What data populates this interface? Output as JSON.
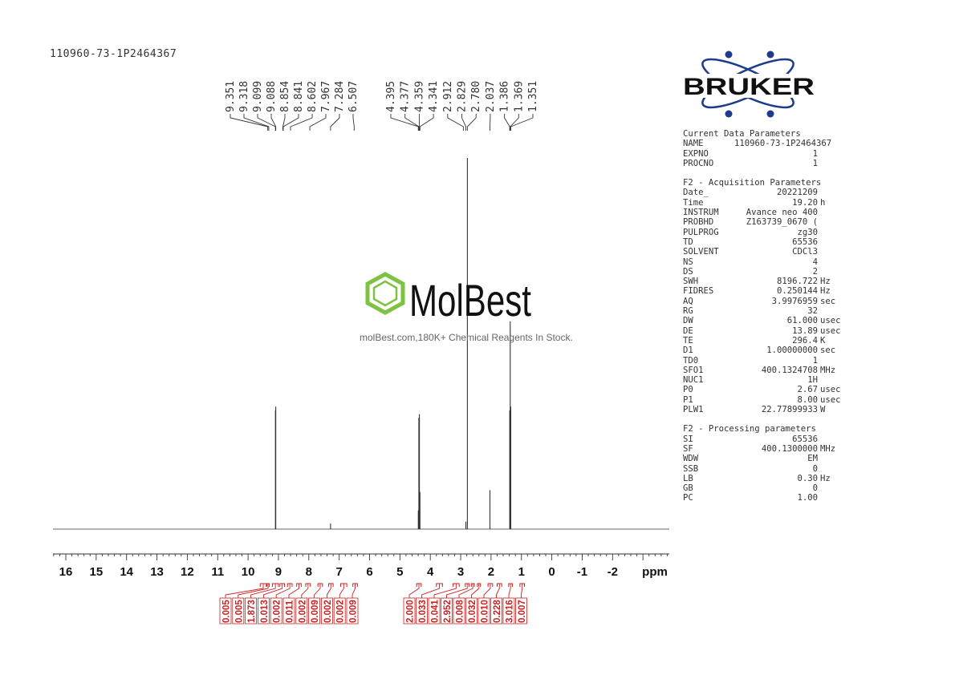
{
  "sample_name": "110960-73-1P2464367",
  "watermark": {
    "brand": "MolBest",
    "tagline": "molBest.com,180K+ Chemical Reagents In Stock."
  },
  "logo_text": "BRUKER",
  "colors": {
    "spectrum": "#333333",
    "integral": "#cc1f1f",
    "logo_blue": "#1f3c8a",
    "watermark_green": "#7ec242"
  },
  "chart_data": {
    "type": "line",
    "title": "",
    "xlabel": "ppm",
    "xlim": [
      16.6,
      -3.8
    ],
    "x_ticks": [
      "16",
      "15",
      "14",
      "13",
      "12",
      "11",
      "10",
      "9",
      "8",
      "7",
      "6",
      "5",
      "4",
      "3",
      "2",
      "1",
      "0",
      "-1",
      "-2"
    ],
    "peak_labels": [
      "9.351",
      "9.318",
      "9.099",
      "9.088",
      "8.854",
      "8.841",
      "8.602",
      "7.967",
      "7.284",
      "6.507",
      "4.395",
      "4.377",
      "4.359",
      "4.341",
      "2.912",
      "2.829",
      "2.780",
      "2.037",
      "1.386",
      "1.369",
      "1.351"
    ],
    "peaks": [
      {
        "ppm": 9.099,
        "height": 0.32
      },
      {
        "ppm": 9.088,
        "height": 0.33
      },
      {
        "ppm": 7.284,
        "height": 0.015
      },
      {
        "ppm": 4.395,
        "height": 0.05
      },
      {
        "ppm": 4.377,
        "height": 0.3
      },
      {
        "ppm": 4.359,
        "height": 0.31
      },
      {
        "ppm": 4.341,
        "height": 0.1
      },
      {
        "ppm": 2.829,
        "height": 0.02
      },
      {
        "ppm": 2.78,
        "height": 1.0
      },
      {
        "ppm": 2.037,
        "height": 0.105
      },
      {
        "ppm": 1.386,
        "height": 0.32
      },
      {
        "ppm": 1.369,
        "height": 0.56
      },
      {
        "ppm": 1.351,
        "height": 0.33
      }
    ],
    "integrals": [
      {
        "value": "0.005",
        "range": [
          9.6,
          9.4
        ]
      },
      {
        "value": "0.005",
        "range": [
          9.38,
          9.3
        ]
      },
      {
        "value": "1.873",
        "range": [
          9.2,
          9.0
        ]
      },
      {
        "value": "0.013",
        "range": [
          8.95,
          8.8
        ]
      },
      {
        "value": "0.002",
        "range": [
          8.7,
          8.55
        ]
      },
      {
        "value": "0.011",
        "range": [
          8.4,
          8.25
        ]
      },
      {
        "value": "0.002",
        "range": [
          8.1,
          7.95
        ]
      },
      {
        "value": "0.009",
        "range": [
          7.7,
          7.55
        ]
      },
      {
        "value": "0.002",
        "range": [
          7.35,
          7.2
        ]
      },
      {
        "value": "0.002",
        "range": [
          6.95,
          6.75
        ]
      },
      {
        "value": "0.009",
        "range": [
          6.55,
          6.4
        ]
      },
      {
        "value": "2.000",
        "range": [
          4.45,
          4.3
        ]
      },
      {
        "value": "0.033",
        "range": [
          3.8,
          3.6
        ]
      },
      {
        "value": "0.041",
        "range": [
          3.25,
          3.05
        ]
      },
      {
        "value": "2.952",
        "range": [
          2.85,
          2.72
        ]
      },
      {
        "value": "0.008",
        "range": [
          2.65,
          2.55
        ]
      },
      {
        "value": "0.032",
        "range": [
          2.45,
          2.35
        ]
      },
      {
        "value": "0.010",
        "range": [
          2.1,
          1.95
        ]
      },
      {
        "value": "0.228",
        "range": [
          1.8,
          1.65
        ]
      },
      {
        "value": "3.016",
        "range": [
          1.42,
          1.3
        ]
      },
      {
        "value": "0.007",
        "range": [
          1.05,
          0.9
        ]
      }
    ]
  },
  "parameters": {
    "current": {
      "title": "Current Data Parameters",
      "rows": [
        {
          "k": "NAME",
          "v": "110960-73-1P2464367",
          "u": ""
        },
        {
          "k": "EXPNO",
          "v": "1",
          "u": ""
        },
        {
          "k": "PROCNO",
          "v": "1",
          "u": ""
        }
      ]
    },
    "acquisition": {
      "title": "F2 - Acquisition Parameters",
      "rows": [
        {
          "k": "Date_",
          "v": "20221209",
          "u": ""
        },
        {
          "k": "Time",
          "v": "19.20",
          "u": "h"
        },
        {
          "k": "INSTRUM",
          "v": "Avance neo 400",
          "u": ""
        },
        {
          "k": "PROBHD",
          "v": "Z163739_0670 (",
          "u": ""
        },
        {
          "k": "PULPROG",
          "v": "zg30",
          "u": ""
        },
        {
          "k": "TD",
          "v": "65536",
          "u": ""
        },
        {
          "k": "SOLVENT",
          "v": "CDCl3",
          "u": ""
        },
        {
          "k": "NS",
          "v": "4",
          "u": ""
        },
        {
          "k": "DS",
          "v": "2",
          "u": ""
        },
        {
          "k": "SWH",
          "v": "8196.722",
          "u": "Hz"
        },
        {
          "k": "FIDRES",
          "v": "0.250144",
          "u": "Hz"
        },
        {
          "k": "AQ",
          "v": "3.9976959",
          "u": "sec"
        },
        {
          "k": "RG",
          "v": "32",
          "u": ""
        },
        {
          "k": "DW",
          "v": "61.000",
          "u": "usec"
        },
        {
          "k": "DE",
          "v": "13.89",
          "u": "usec"
        },
        {
          "k": "TE",
          "v": "296.4",
          "u": "K"
        },
        {
          "k": "D1",
          "v": "1.00000000",
          "u": "sec"
        },
        {
          "k": "TD0",
          "v": "1",
          "u": ""
        },
        {
          "k": "SFO1",
          "v": "400.1324708",
          "u": "MHz"
        },
        {
          "k": "NUC1",
          "v": "1H",
          "u": ""
        },
        {
          "k": "P0",
          "v": "2.67",
          "u": "usec"
        },
        {
          "k": "P1",
          "v": "8.00",
          "u": "usec"
        },
        {
          "k": "PLW1",
          "v": "22.77899933",
          "u": "W"
        }
      ]
    },
    "processing": {
      "title": "F2 - Processing parameters",
      "rows": [
        {
          "k": "SI",
          "v": "65536",
          "u": ""
        },
        {
          "k": "SF",
          "v": "400.1300000",
          "u": "MHz"
        },
        {
          "k": "WDW",
          "v": "EM",
          "u": ""
        },
        {
          "k": "SSB",
          "v": "0",
          "u": ""
        },
        {
          "k": "LB",
          "v": "0.30",
          "u": "Hz"
        },
        {
          "k": "GB",
          "v": "0",
          "u": ""
        },
        {
          "k": "PC",
          "v": "1.00",
          "u": ""
        }
      ]
    }
  }
}
